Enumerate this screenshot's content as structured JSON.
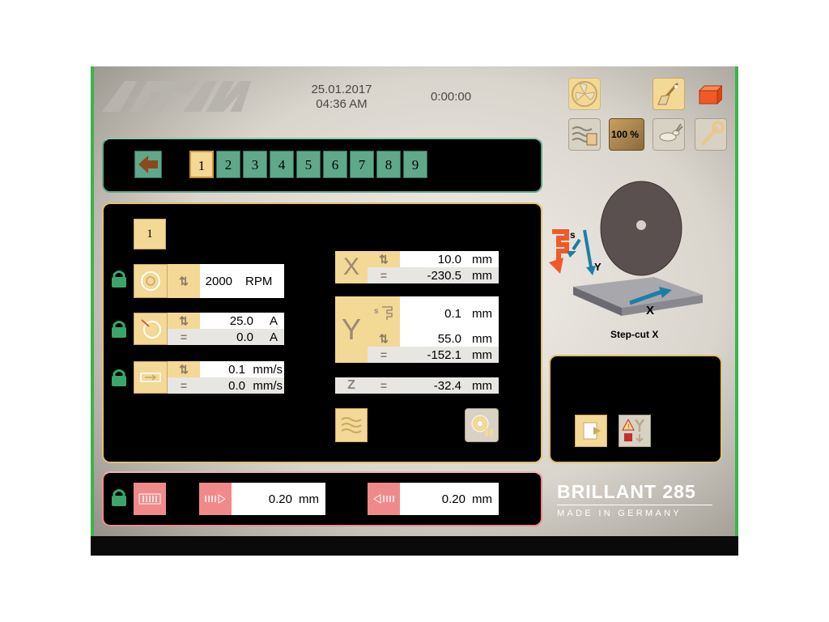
{
  "header": {
    "date": "25.01.2017",
    "time": "04:36 AM",
    "timer": "0:00:00"
  },
  "steps": {
    "items": [
      "1",
      "2",
      "3",
      "4",
      "5",
      "6",
      "7",
      "8",
      "9"
    ],
    "active": "1"
  },
  "program": {
    "step_label": "1",
    "speed": {
      "value": "2000",
      "unit": "RPM"
    },
    "current": {
      "set": "25.0",
      "actual": "0.0",
      "unit": "A"
    },
    "feed": {
      "set": "0.1",
      "actual": "0.0",
      "unit": "mm/s"
    }
  },
  "axes": {
    "x": {
      "label": "X",
      "set": "10.0",
      "actual": "-230.5",
      "unit": "mm"
    },
    "y": {
      "label": "Y",
      "step": "0.1",
      "set": "55.0",
      "actual": "-152.1",
      "unit": "mm"
    },
    "z": {
      "label": "Z",
      "actual": "-32.4",
      "unit": "mm"
    }
  },
  "diagram": {
    "mode_label": "Step-cut X",
    "s_label": "s",
    "y_label": "Y",
    "x_label": "X"
  },
  "toolbar": {
    "zoom_label": "100 %"
  },
  "bottom": {
    "left_value": "0.20",
    "left_unit": "mm",
    "right_value": "0.20",
    "right_unit": "mm"
  },
  "brand": {
    "model": "BRILLANT 285",
    "origin": "MADE IN GERMANY"
  },
  "colors": {
    "panel": "#000000",
    "accent_yellow": "#f3d896",
    "step_teal": "#5fa88a",
    "lock_green": "#3aa66b",
    "brake_red": "#f08a8a"
  }
}
